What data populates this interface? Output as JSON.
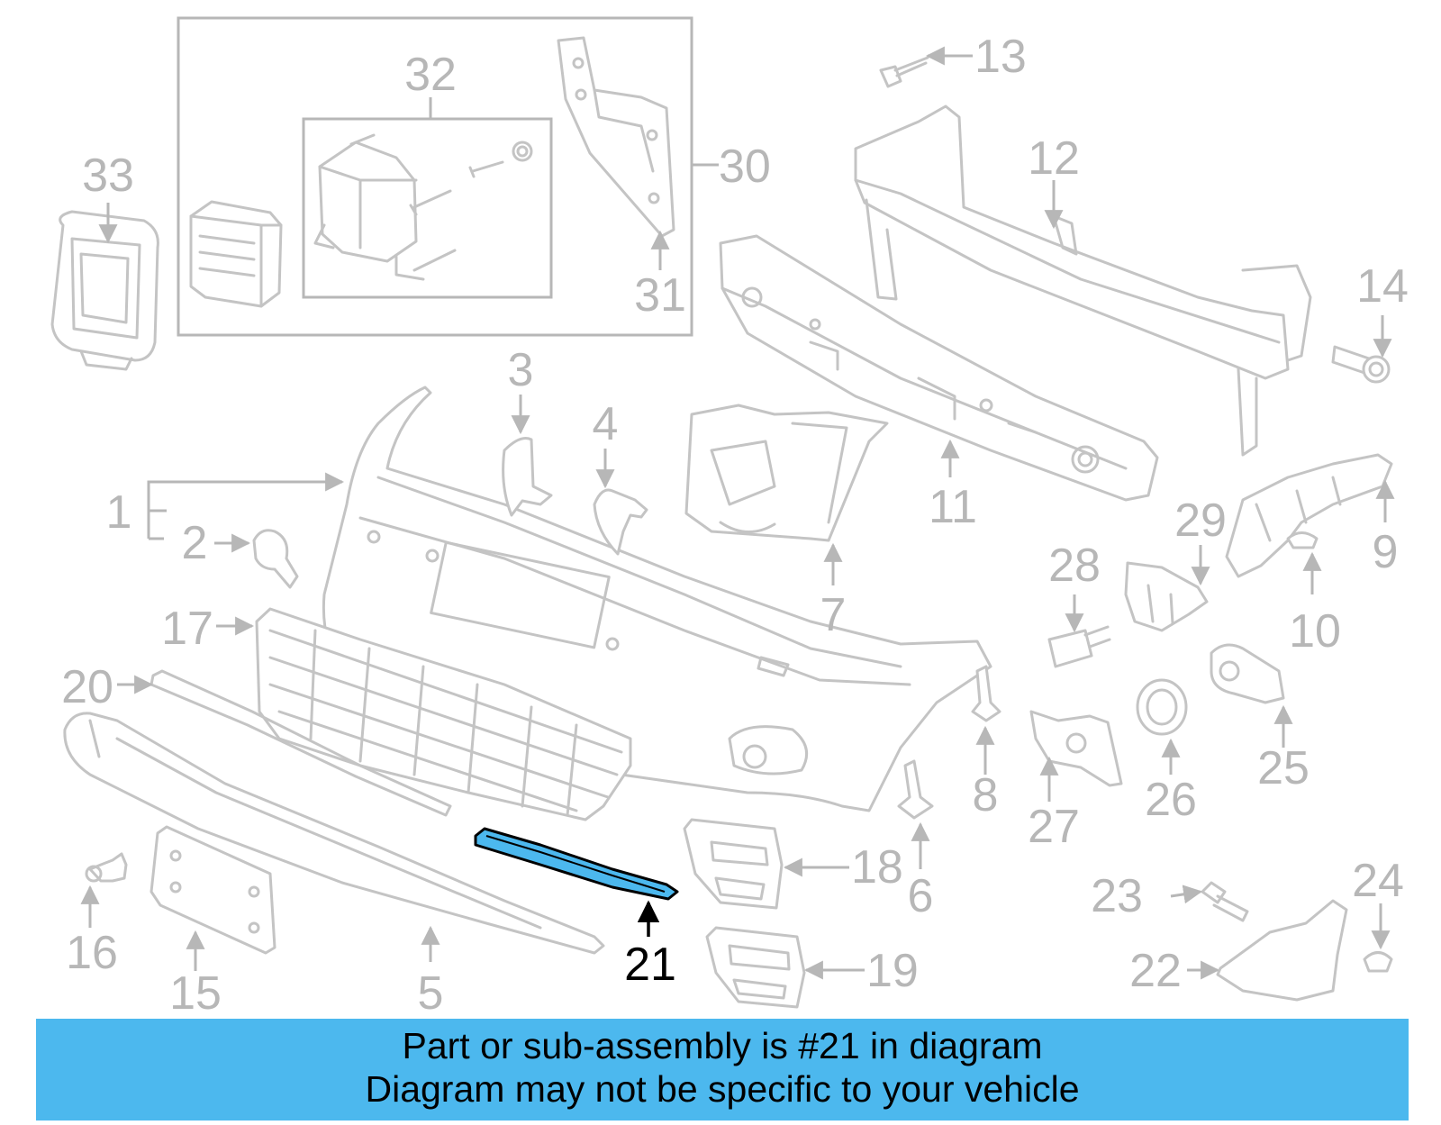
{
  "highlight_color": "#4cb8ee",
  "labels": {
    "p1": "1",
    "p2": "2",
    "p3": "3",
    "p4": "4",
    "p5": "5",
    "p6": "6",
    "p7": "7",
    "p8": "8",
    "p9": "9",
    "p10": "10",
    "p11": "11",
    "p12": "12",
    "p13": "13",
    "p14": "14",
    "p15": "15",
    "p16": "16",
    "p17": "17",
    "p18": "18",
    "p19": "19",
    "p20": "20",
    "p21": "21",
    "p22": "22",
    "p23": "23",
    "p24": "24",
    "p25": "25",
    "p26": "26",
    "p27": "27",
    "p28": "28",
    "p29": "29",
    "p30": "30",
    "p31": "31",
    "p32": "32",
    "p33": "33"
  },
  "banner": {
    "line1": "Part or sub-assembly is #21 in diagram",
    "line2": "Diagram may not be specific to your vehicle"
  }
}
